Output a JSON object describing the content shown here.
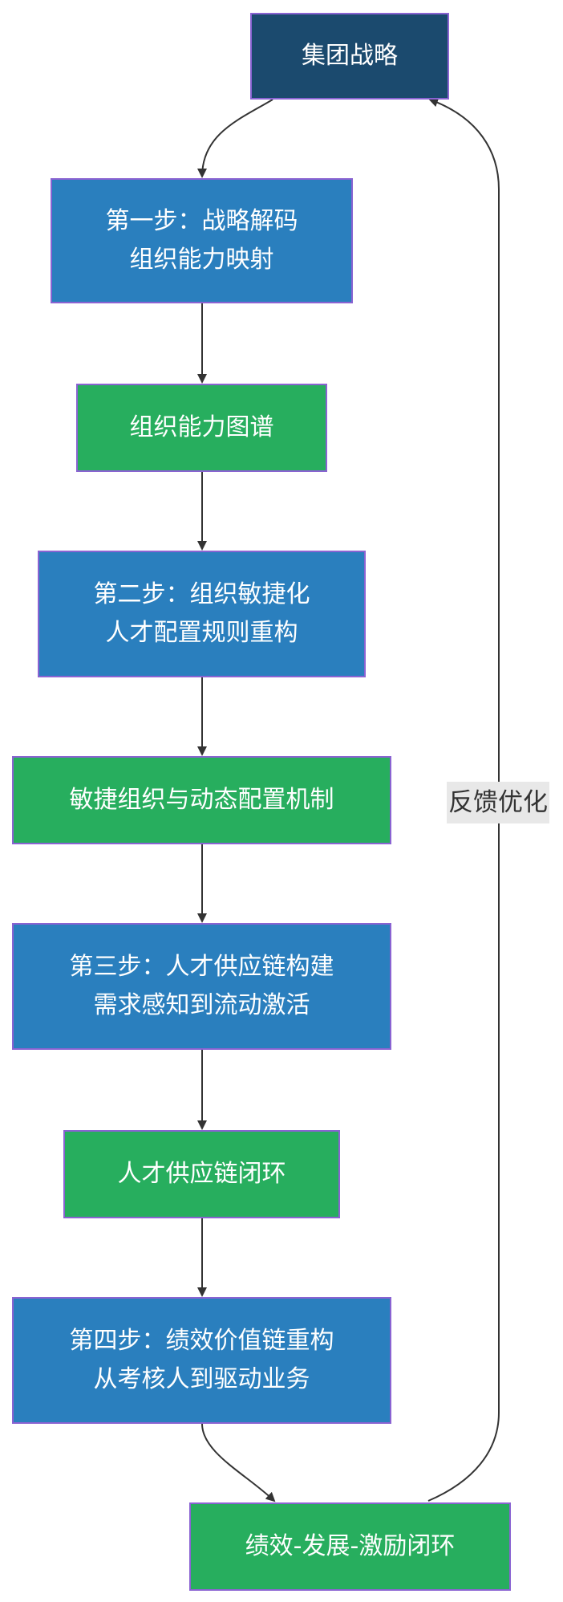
{
  "nodes": {
    "strategy": {
      "text": "集团战略",
      "color": "#1b4a6e"
    },
    "step1": {
      "line1": "第一步：战略解码",
      "line2": "组织能力映射",
      "color": "#2a7fbe"
    },
    "capability_map": {
      "text": "组织能力图谱",
      "color": "#27ae5e"
    },
    "step2": {
      "line1": "第二步：组织敏捷化",
      "line2": "人才配置规则重构",
      "color": "#2a7fbe"
    },
    "agile_mechanism": {
      "text": "敏捷组织与动态配置机制",
      "color": "#27ae5e"
    },
    "step3": {
      "line1": "第三步：人才供应链构建",
      "line2": "需求感知到流动激活",
      "color": "#2a7fbe"
    },
    "supply_chain_loop": {
      "text": "人才供应链闭环",
      "color": "#27ae5e"
    },
    "step4": {
      "line1": "第四步：绩效价值链重构",
      "line2": "从考核人到驱动业务",
      "color": "#2a7fbe"
    },
    "performance_loop": {
      "text": "绩效-发展-激励闭环",
      "color": "#27ae5e"
    }
  },
  "feedback_edge": {
    "label": "反馈优化"
  },
  "colors": {
    "border": "#8a63d2",
    "edge": "#333333",
    "label_bg": "#e8e8e8"
  }
}
